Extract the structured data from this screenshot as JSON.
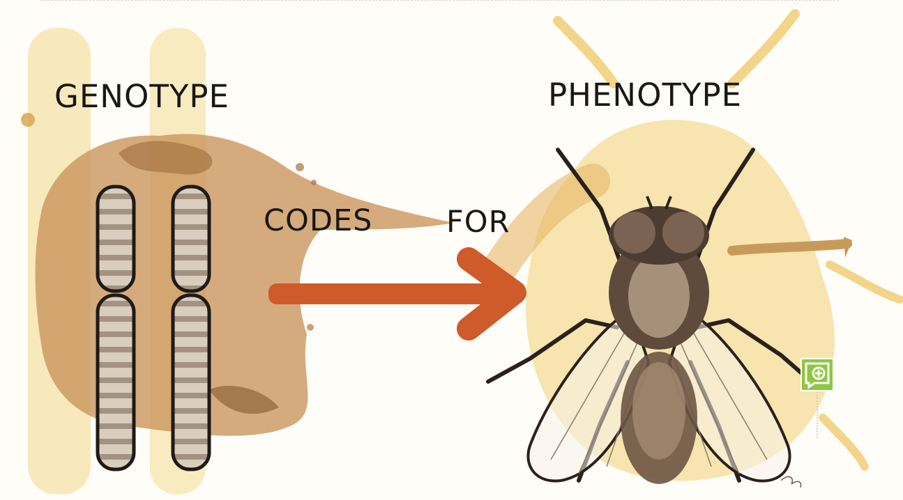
{
  "labels": {
    "genotype": "GENOTYPE",
    "phenotype": "PHENOTYPE",
    "codes": "CODES",
    "for": "FOR"
  },
  "icons": {
    "zoom": "zoom-in-icon"
  },
  "colors": {
    "stain_light": "#f2d58a",
    "stain_dark": "#b8834a",
    "arrow": "#cf5a2a",
    "zoom_button": "#8fc640",
    "ink": "#1a1714"
  }
}
